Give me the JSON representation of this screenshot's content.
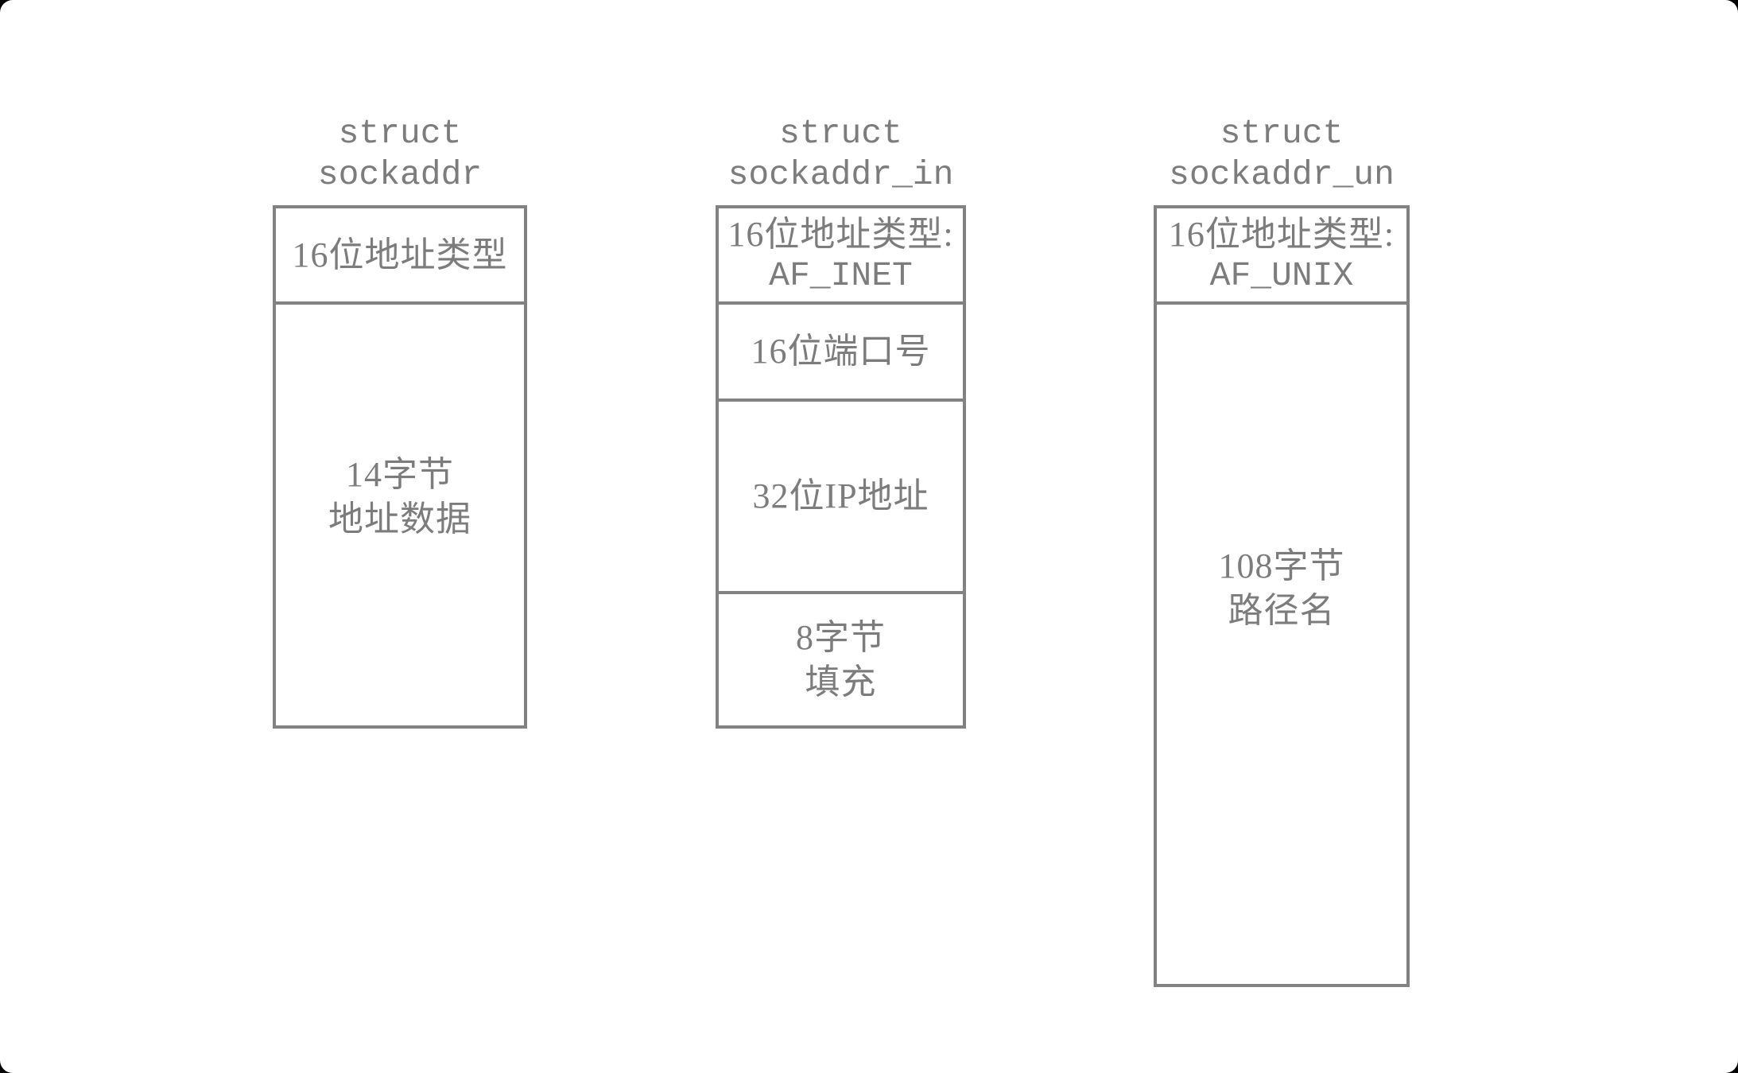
{
  "diagram": {
    "background_color": "#ffffff",
    "frame_color": "#000000",
    "line_color": "#828282",
    "text_color": "#7c7c7c",
    "columns": [
      {
        "title_line1": "struct",
        "title_line2": "sockaddr",
        "cells": [
          {
            "lines": [
              "16位地址类型"
            ]
          },
          {
            "lines": [
              "14字节",
              "地址数据"
            ]
          }
        ]
      },
      {
        "title_line1": "struct",
        "title_line2": "sockaddr_in",
        "cells": [
          {
            "lines": [
              "16位地址类型:",
              "AF_INET"
            ]
          },
          {
            "lines": [
              "16位端口号"
            ]
          },
          {
            "lines": [
              "32位IP地址"
            ]
          },
          {
            "lines": [
              "8字节",
              "填充"
            ]
          }
        ]
      },
      {
        "title_line1": "struct",
        "title_line2": "sockaddr_un",
        "cells": [
          {
            "lines": [
              "16位地址类型:",
              "AF_UNIX"
            ]
          },
          {
            "lines": [
              "108字节",
              "路径名"
            ]
          }
        ]
      }
    ]
  }
}
